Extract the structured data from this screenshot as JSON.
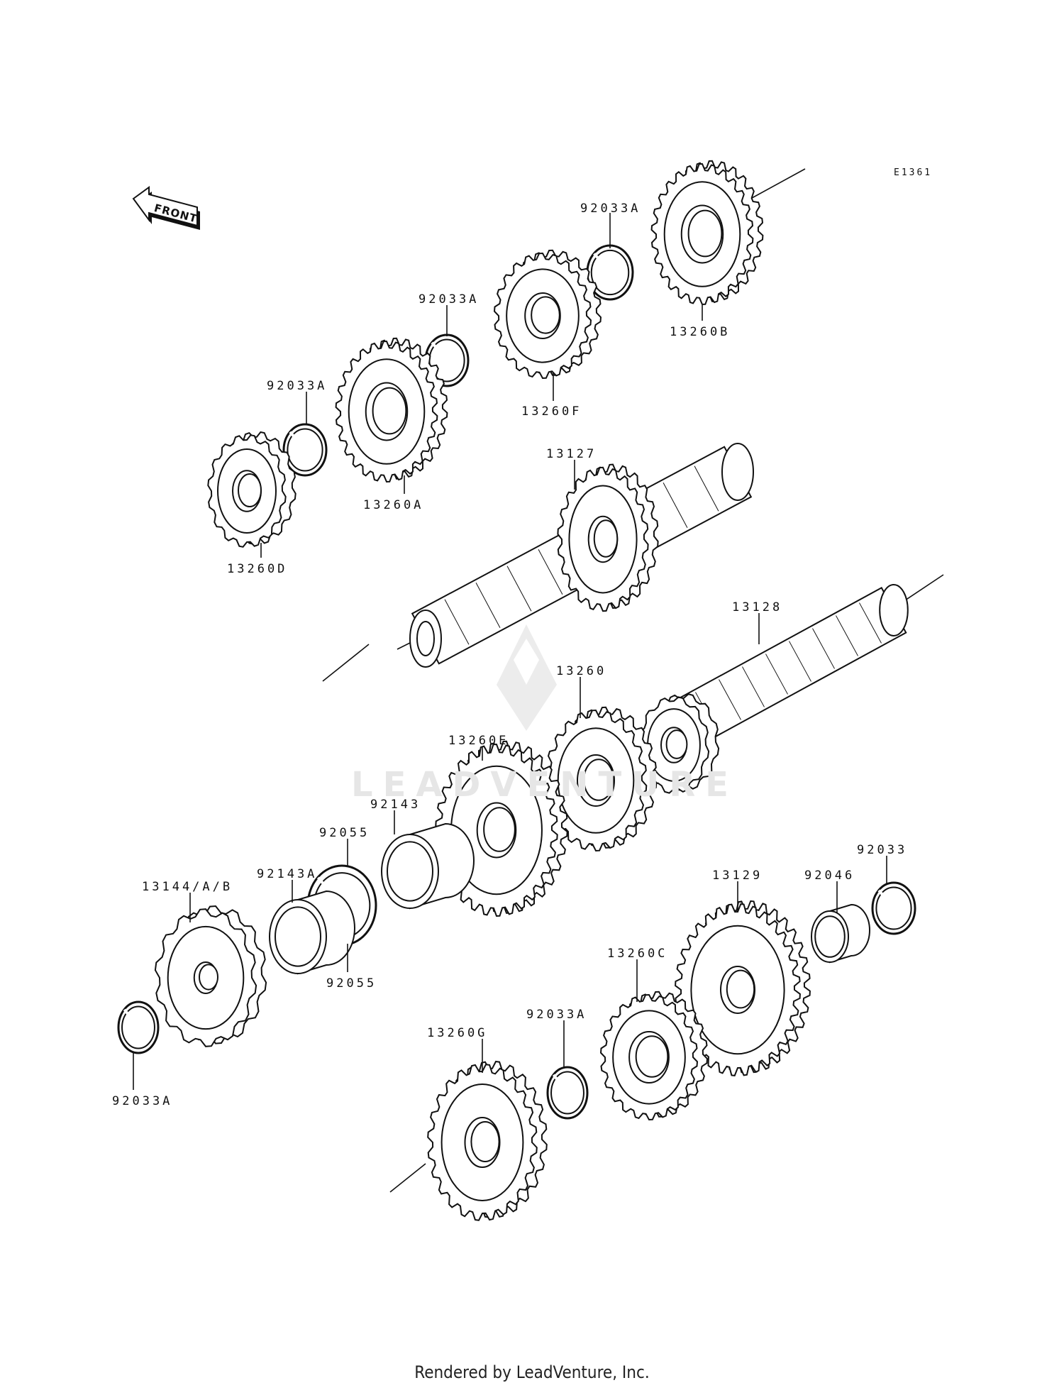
{
  "diagram": {
    "code": "E1361",
    "front_label": "FRONT",
    "watermark": "LEADVENTURE",
    "footer": "Rendered by LeadVenture, Inc.",
    "labels": {
      "p92033A_1": "92033A",
      "p13260B": "13260B",
      "p92033A_2": "92033A",
      "p13260F": "13260F",
      "p92033A_3": "92033A",
      "p13260A": "13260A",
      "p13260D": "13260D",
      "p13127": "13127",
      "p13128": "13128",
      "p13260": "13260",
      "p13260E": "13260E",
      "p92143": "92143",
      "p92055_1": "92055",
      "p92143A": "92143A",
      "p13144": "13144/A/B",
      "p92055_2": "92055",
      "p92033A_4": "92033A",
      "p92033": "92033",
      "p92046": "92046",
      "p13129": "13129",
      "p13260C": "13260C",
      "p92033A_5": "92033A",
      "p13260G": "13260G"
    }
  }
}
